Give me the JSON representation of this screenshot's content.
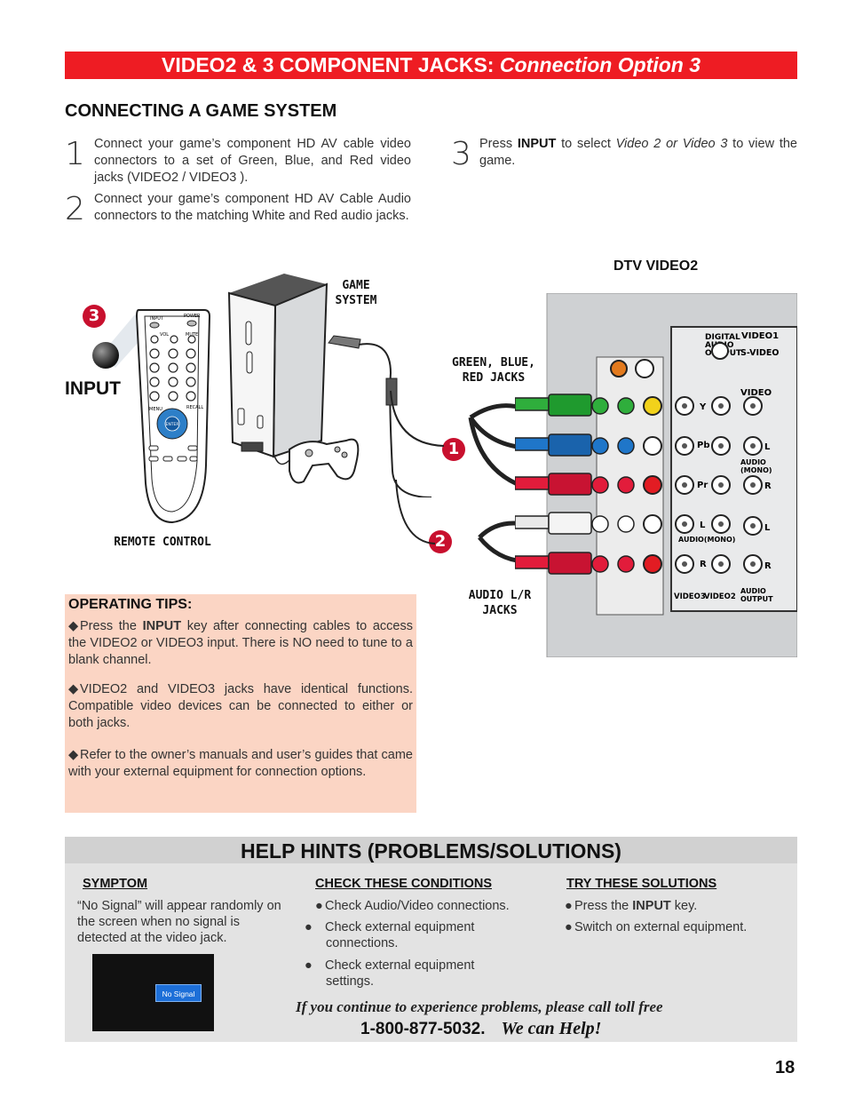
{
  "header": {
    "title_main": "VIDEO2 & 3 COMPONENT JACKS: ",
    "title_italic": "Connection Option 3"
  },
  "section_title": "CONNECTING A GAME SYSTEM",
  "steps": [
    {
      "num": "1",
      "text": "Connect your game’s component HD AV cable video connectors to a set of Green, Blue, and Red video jacks (VIDEO2 / VIDEO3 )."
    },
    {
      "num": "2",
      "text": "Connect your game’s component HD AV Cable Audio connectors to the matching White and Red audio jacks."
    },
    {
      "num": "3",
      "pre": "Press ",
      "bold": "INPUT",
      "mid": " to select ",
      "italic": "Video 2 or Video 3",
      "post": " to view the game."
    }
  ],
  "diagram": {
    "game_system_label": "GAME\nSYSTEM",
    "gbr_label": "GREEN, BLUE,\nRED JACKS",
    "audio_label": "AUDIO L/R\nJACKS",
    "remote_label": "REMOTE CONTROL",
    "input_label": "INPUT",
    "dtv_label": "DTV VIDEO2",
    "marker1": "1",
    "marker2": "2",
    "marker3": "3",
    "panel": {
      "digital_audio": "DIGITAL\nAUDIO\nOUTPUT",
      "video1": "VIDEO1",
      "svideo": "S-VIDEO",
      "video": "VIDEO",
      "audio_mono": "AUDIO\n(MONO)",
      "audio_mono_low": "AUDIO(MONO)",
      "video3": "VIDEO3",
      "video2": "VIDEO2",
      "audio_output": "AUDIO\nOUTPUT",
      "y": "Y",
      "pb": "Pb",
      "pr": "Pr",
      "l": "L",
      "r": "R"
    },
    "remote_keys": {
      "input": "INPUT",
      "power": "POWER",
      "vol": "VOL",
      "mute": "MUTE",
      "menu": "MENU",
      "recall": "RECALL",
      "enter": "ENTER"
    }
  },
  "tips": {
    "title": "OPERATING TIPS:",
    "items": [
      {
        "pre": "Press the ",
        "bold": "INPUT",
        "post": " key after connecting cables to access the VIDEO2 or VIDEO3 input. There is NO need to tune to a blank channel."
      },
      {
        "pre": "VIDEO2 and VIDEO3 jacks have identical functions. Compatible video devices can be connected to either or both jacks.",
        "bold": "",
        "post": ""
      },
      {
        "pre": "Refer to the owner’s manuals and user’s guides that came with your external equipment for connection options.",
        "bold": "",
        "post": ""
      }
    ]
  },
  "help": {
    "title": "HELP HINTS (PROBLEMS/SOLUTIONS)",
    "symptom_h": "SYMPTOM",
    "symptom_t": "“No Signal” will appear randomly on the screen when no signal is detected at the video jack.",
    "no_signal": "No Signal",
    "check_h": "CHECK THESE CONDITIONS",
    "checks": [
      "Check Audio/Video connections.",
      "Check external equipment connections.",
      "Check external equipment settings."
    ],
    "try_h": "TRY THESE SOLUTIONS",
    "try1_pre": "Press the ",
    "try1_bold": "INPUT",
    "try1_post": " key.",
    "try2": "Switch on external equipment.",
    "call_line1": "If you continue to experience problems, please call toll free",
    "phone": "1-800-877-5032.",
    "we_can_help": "We can Help!"
  },
  "page_number": "18"
}
